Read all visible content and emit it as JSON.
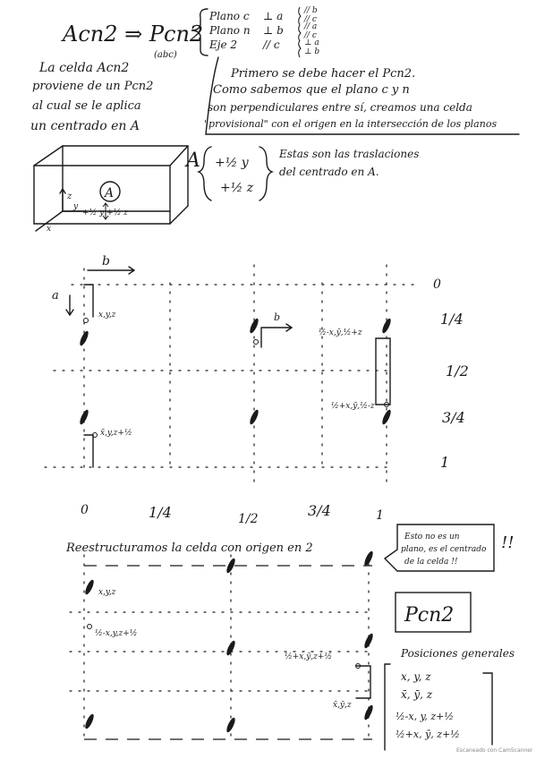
{
  "header": {
    "transform": "Acn2 ⇒ Pcn2",
    "abc": "(abc)",
    "note": [
      "La celda Acn2",
      "proviene de un Pcn2",
      "al cual se le aplica",
      "un centrado en A"
    ]
  },
  "elements": [
    {
      "name": "Plano c",
      "rel": "⊥ a",
      "res": [
        "// b",
        "// c"
      ]
    },
    {
      "name": "Plano n",
      "rel": "⊥ b",
      "res": [
        "// a",
        "// c"
      ]
    },
    {
      "name": "Eje 2",
      "rel": "// c",
      "res": [
        "⊥ a",
        "⊥ b"
      ]
    }
  ],
  "explanation": [
    "Primero se debe hacer el Pcn2.",
    "Como sabemos que el plano c y n",
    "son perpendiculares entre sí, creamos una celda",
    "\"provisional\" con el origen en la intersección de los planos"
  ],
  "cell": {
    "circle": "A",
    "z": "z",
    "y": "y",
    "x": "x",
    "trans": "+½ y  +½ z"
  },
  "centering": {
    "label": "A",
    "t1": "+½ y",
    "t2": "+½ z",
    "note": [
      "Estas son las traslaciones",
      "del centrado en A."
    ]
  },
  "diagram1": {
    "b": "b",
    "a": "a",
    "right": [
      "0",
      "1/4",
      "1/2",
      "3/4",
      "1"
    ],
    "bottom": [
      "0",
      "1/4",
      "1/2",
      "3/4",
      "1"
    ],
    "labels": {
      "p1": "x,y,z",
      "p2": "½-x,ȳ,½+z",
      "p3": "½+x,ȳ,½-z",
      "p4": "x̄,y,z+½"
    },
    "b2": "b"
  },
  "restructure": "Reestructuramos la celda con origen en 2",
  "bubble": [
    "Esto no es un",
    "plano, es el centrado",
    "de la celda !!"
  ],
  "exclaim": "!!",
  "diagram2": {
    "labels": {
      "q1": "x,y,z",
      "q2": "½-x,y,z+½",
      "q3": "½+x,ȳ,z+½",
      "q4": "x̄,ȳ,z"
    }
  },
  "boxed": "Pcn2",
  "general": {
    "title": "Posiciones generales",
    "items": [
      "x, y, z",
      "x̄, ȳ, z",
      "½-x, y, z+½",
      "½+x, ȳ, z+½"
    ]
  },
  "footer": "Escaneado con CamScanner"
}
